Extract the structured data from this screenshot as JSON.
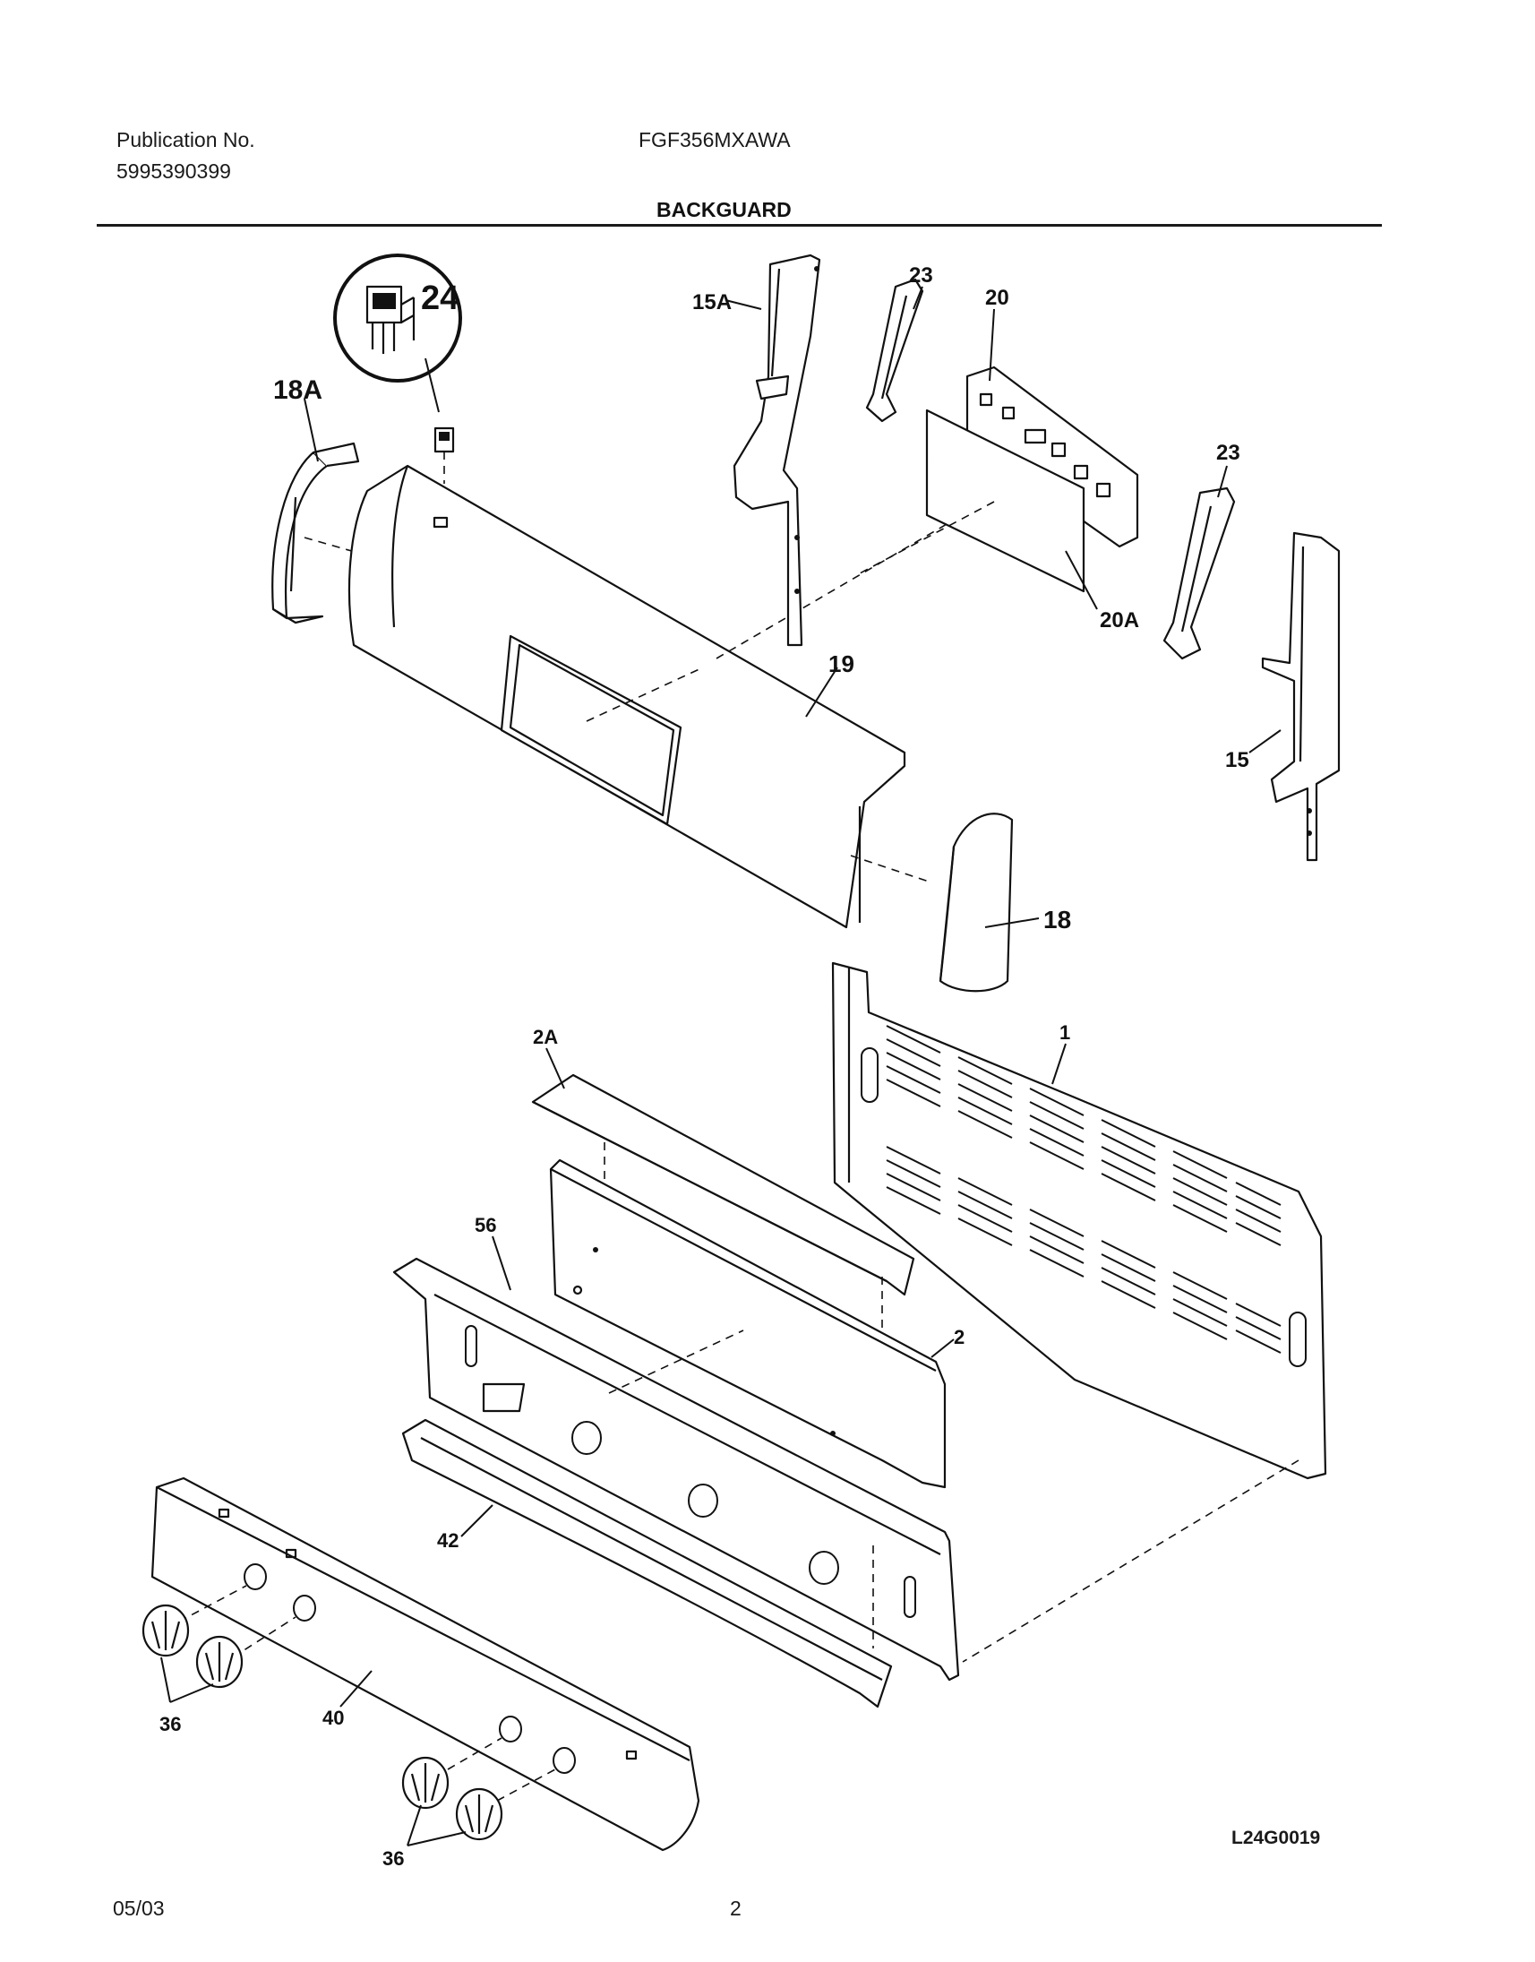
{
  "header": {
    "publication_label": "Publication No.",
    "publication_number": "5995390399",
    "model": "FGF356MXAWA",
    "section_title": "BACKGUARD"
  },
  "callouts": {
    "p24": "24",
    "p18a": "18A",
    "p15a": "15A",
    "p23a": "23",
    "p20": "20",
    "p23b": "23",
    "p20a": "20A",
    "p19": "19",
    "p15": "15",
    "p18": "18",
    "p2a": "2A",
    "p1": "1",
    "p56": "56",
    "p2": "2",
    "p42": "42",
    "p40": "40",
    "p36a": "36",
    "p36b": "36"
  },
  "footer": {
    "date": "05/03",
    "page": "2",
    "drawing_id": "L24G0019"
  }
}
